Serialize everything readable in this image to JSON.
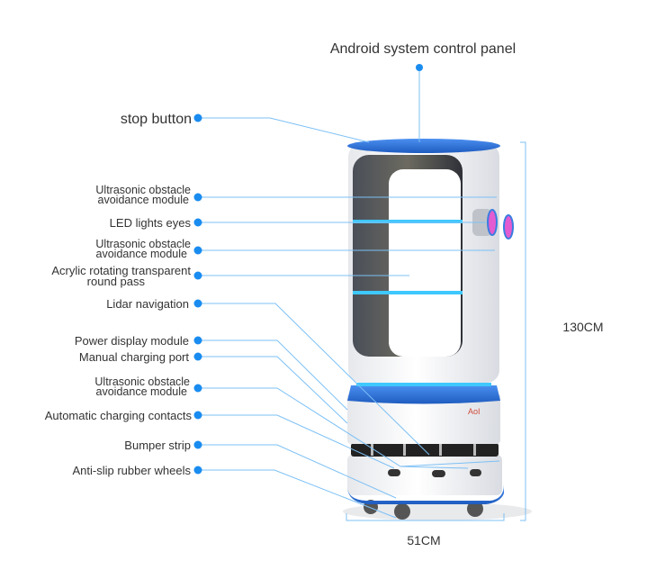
{
  "title": "Android system control panel",
  "labels": {
    "stop_button": "stop button",
    "ultrasonic_1": [
      "Ultrasonic obstacle",
      "avoidance module"
    ],
    "led_eyes": "LED lights eyes",
    "ultrasonic_2": [
      "Ultrasonic obstacle",
      "avoidance module"
    ],
    "acrylic": [
      "Acrylic rotating transparent",
      "round pass"
    ],
    "lidar": "Lidar navigation",
    "power_display": "Power display module",
    "manual_charging": "Manual charging port",
    "ultrasonic_3": [
      "Ultrasonic obstacle",
      "avoidance module"
    ],
    "auto_charging": "Automatic charging contacts",
    "bumper": "Bumper strip",
    "wheels": "Anti-slip rubber wheels"
  },
  "dimensions": {
    "height": "130CM",
    "width": "51CM"
  },
  "colors": {
    "accent": "#1a8cf0",
    "line": "#7cc0f5",
    "robot_blue": "#2f6fd6"
  }
}
